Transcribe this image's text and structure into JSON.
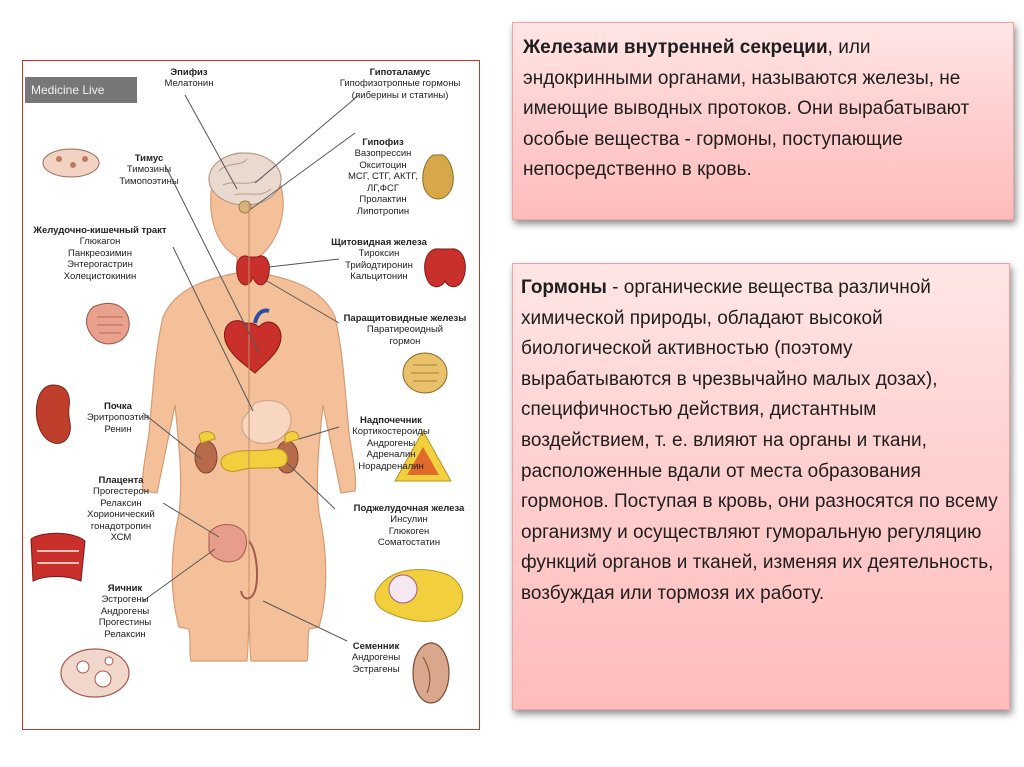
{
  "figure": {
    "watermark": "Medicine Live",
    "labels": [
      {
        "key": "epiphysis",
        "title": "Эпифиз",
        "items": [
          "Мелатонин"
        ]
      },
      {
        "key": "hypothalamus",
        "title": "Гипоталамус",
        "items": [
          "Гипофизотропные гормоны",
          "(либерины и статины)"
        ]
      },
      {
        "key": "pituitary",
        "title": "Гипофиз",
        "items": [
          "Вазопрессин",
          "Окситоцин",
          "МСГ, СТГ, АКТГ,",
          "ЛГ,ФСГ",
          "Пролактин",
          "Липотропин"
        ]
      },
      {
        "key": "thymus",
        "title": "Тимус",
        "items": [
          "Тимозины",
          "Тимопоэтины"
        ]
      },
      {
        "key": "gi_tract",
        "title": "Желудочно-кишечный тракт",
        "items": [
          "Глюкагон",
          "Панкреозимин",
          "Энтерогастрин",
          "Холецистокинин"
        ]
      },
      {
        "key": "thyroid",
        "title": "Щитовидная железа",
        "items": [
          "Тироксин",
          "Трийодтиронин",
          "Кальцитонин"
        ]
      },
      {
        "key": "parathyroid",
        "title": "Паращитовидные железы",
        "items": [
          "Паратиреоидный",
          "гормон"
        ]
      },
      {
        "key": "kidney",
        "title": "Почка",
        "items": [
          "Эритропоэтин",
          "Ренин"
        ]
      },
      {
        "key": "adrenal",
        "title": "Надпочечник",
        "items": [
          "Кортикостероиды",
          "Андрогены",
          "Адреналин",
          "Норадреналин"
        ]
      },
      {
        "key": "placenta",
        "title": "Плацента",
        "items": [
          "Прогестерон",
          "Релаксин",
          "Хорионический",
          "гонадотропин",
          "ХСМ"
        ]
      },
      {
        "key": "pancreas",
        "title": "Поджелудочная железа",
        "items": [
          "Инсулин",
          "Глюкоген",
          "Соматостатин"
        ]
      },
      {
        "key": "ovary",
        "title": "Яичник",
        "items": [
          "Эстрогены",
          "Андрогены",
          "Прогестины",
          "Релаксин"
        ]
      },
      {
        "key": "testis",
        "title": "Семенник",
        "items": [
          "Андрогены",
          "Эстрагены"
        ]
      }
    ]
  },
  "card1": {
    "bold": "Железами внутренней секреции",
    "text": ", или эндокринными органами, называются железы, не имеющие выводных протоков. Они вырабатывают особые вещества - гормоны, поступающие непосредственно в кровь."
  },
  "card2": {
    "bold": "Гормоны",
    "text": " - органические вещества различной химической природы, обладают высокой биологической активностью (поэтому вырабатываются в чрезвычайно малых дозах), специфичностью действия, дистантным воздействием, т. е. влияют на органы и ткани, расположенные вдали от места образования гормонов. Поступая в кровь, они разносятся по всему организму и осуществляют гуморальную регуляцию функций органов и тканей, изменяя их деятельность, возбуждая или тормозя их работу."
  },
  "colors": {
    "frame": "#c0392b",
    "skin": "#f4c09a",
    "organ_red": "#c9302c",
    "gland_yellow": "#f2cf3d"
  }
}
